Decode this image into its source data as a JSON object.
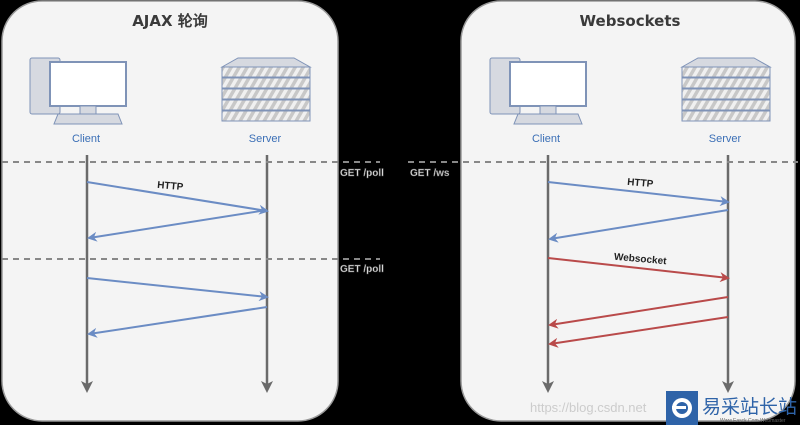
{
  "panels": [
    {
      "title": "AJAX 轮询",
      "client_label": "Client",
      "server_label": "Server",
      "messages": [
        {
          "label": "HTTP",
          "from": "client",
          "to": "server",
          "color": "#6b8cc4"
        },
        {
          "label": "",
          "from": "server",
          "to": "client",
          "color": "#6b8cc4"
        },
        {
          "label": "",
          "from": "client",
          "to": "server",
          "color": "#6b8cc4"
        },
        {
          "label": "",
          "from": "server",
          "to": "client",
          "color": "#6b8cc4"
        }
      ]
    },
    {
      "title": "Websockets",
      "client_label": "Client",
      "server_label": "Server",
      "messages": [
        {
          "label": "HTTP",
          "from": "client",
          "to": "server",
          "color": "#6b8cc4"
        },
        {
          "label": "",
          "from": "server",
          "to": "client",
          "color": "#6b8cc4"
        },
        {
          "label": "Websocket",
          "from": "client",
          "to": "server",
          "color": "#b94a4a"
        },
        {
          "label": "",
          "from": "server",
          "to": "client",
          "color": "#b94a4a"
        },
        {
          "label": "",
          "from": "server",
          "to": "client",
          "color": "#b94a4a"
        }
      ]
    }
  ],
  "annotations": {
    "get_poll_1": "GET /poll",
    "get_ws": "GET /ws",
    "get_poll_2": "GET /poll"
  },
  "watermark": {
    "url": "https://blog.csdn.net",
    "logo_text": "易采站长站",
    "logo_sub": "Www.Easck.Com  Webmaster"
  },
  "colors": {
    "http": "#6b8cc4",
    "websocket": "#b94a4a",
    "lifeline": "#6a6a6a",
    "panel_bg": "#f4f4f4",
    "label": "#3b6fb6"
  }
}
